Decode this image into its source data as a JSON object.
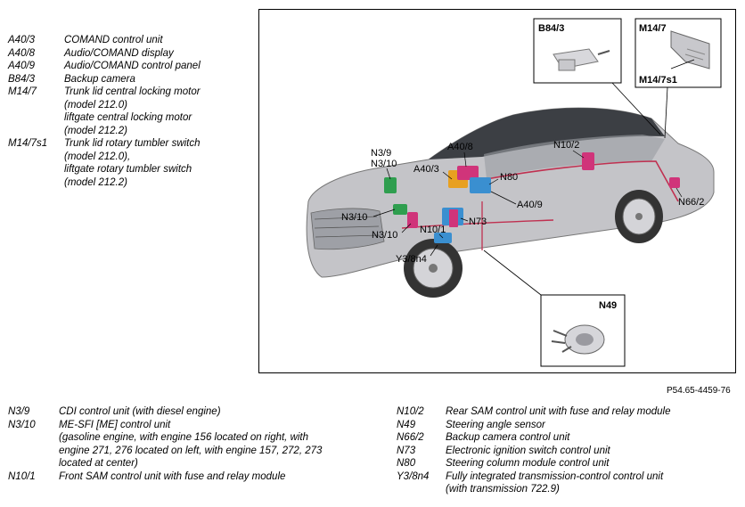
{
  "legend_top": [
    {
      "code": "A40/3",
      "text": "COMAND control unit"
    },
    {
      "code": "A40/8",
      "text": "Audio/COMAND display"
    },
    {
      "code": "A40/9",
      "text": "Audio/COMAND control panel"
    },
    {
      "code": "B84/3",
      "text": "Backup camera"
    },
    {
      "code": "M14/7",
      "text": "Trunk lid central locking motor\n(model 212.0)\nliftgate central locking motor\n(model 212.2)"
    },
    {
      "code": "M14/7s1",
      "text": "Trunk lid rotary tumbler switch\n(model 212.0),\nliftgate rotary tumbler switch\n(model 212.2)"
    }
  ],
  "legend_bottom_left": [
    {
      "code": "N3/9",
      "text": "CDI control unit (with diesel engine)"
    },
    {
      "code": "N3/10",
      "text": "ME-SFI [ME] control unit\n(gasoline engine, with engine 156 located on right, with\nengine 271, 276 located on left, with engine 157, 272, 273\nlocated at center)"
    },
    {
      "code": "N10/1",
      "text": "Front SAM control unit with fuse and relay module"
    }
  ],
  "legend_bottom_right": [
    {
      "code": "N10/2",
      "text": "Rear SAM control unit with fuse and relay module"
    },
    {
      "code": "N49",
      "text": "Steering angle sensor"
    },
    {
      "code": "N66/2",
      "text": "Backup camera control unit"
    },
    {
      "code": "N73",
      "text": "Electronic ignition switch control unit"
    },
    {
      "code": "N80",
      "text": "Steering column module control unit"
    },
    {
      "code": "Y3/8n4",
      "text": "Fully integrated transmission-control control unit\n(with transmission 722.9)"
    }
  ],
  "figure_ref": "P54.65-4459-76",
  "diagram_labels": {
    "b84_3": "B84/3",
    "m14_7": "M14/7",
    "m14_7s1": "M14/7s1",
    "n49": "N49",
    "n3_9": "N3/9",
    "n3_10_a": "N3/10",
    "n3_10_b": "N3/10",
    "n3_10_c": "N3/10",
    "a40_3": "A40/3",
    "a40_8": "A40/8",
    "a40_9": "A40/9",
    "n80": "N80",
    "n73": "N73",
    "n10_1": "N10/1",
    "n10_2": "N10/2",
    "n66_2": "N66/2",
    "y3_8n4": "Y3/8n4"
  },
  "colors": {
    "component_green": "#2f9e4f",
    "component_blue": "#3a8fd0",
    "component_magenta": "#d0347a",
    "component_orange": "#e8a020",
    "wiring_red": "#c03050",
    "car_body": "#b8b8bc"
  }
}
